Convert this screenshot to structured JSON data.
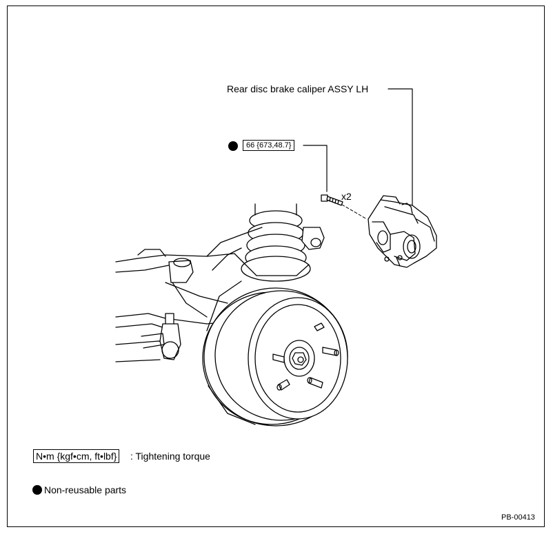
{
  "callouts": {
    "caliper_label": "Rear disc brake caliper ASSY LH",
    "torque_value": "66 {673,48.7}",
    "bolt_quantity": "x2"
  },
  "legend": {
    "torque_units": "N•m {kgf•cm, ft•lbf}",
    "torque_desc": ": Tightening torque",
    "nonreusable_desc": "Non-reusable parts"
  },
  "figure_code": "PB-00413"
}
